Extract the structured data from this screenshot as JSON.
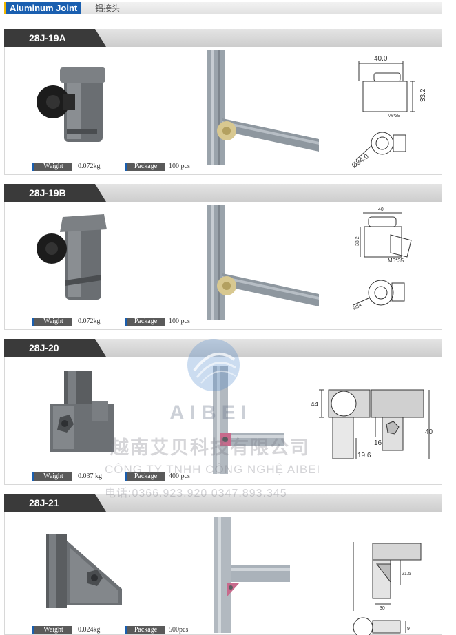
{
  "header": {
    "title": "Aluminum Joint",
    "title_cn": "铝接头"
  },
  "products": [
    {
      "code": "28J-19A",
      "weight_label": "Weight",
      "weight": "0.072kg",
      "package_label": "Package",
      "package": "100 pcs",
      "dims": [
        "40.0",
        "33.2",
        "M6*35",
        "Ø34.0"
      ]
    },
    {
      "code": "28J-19B",
      "weight_label": "Weight",
      "weight": "0.072kg",
      "package_label": "Package",
      "package": "100 pcs",
      "dims": [
        "40",
        "33.2",
        "M6*35",
        "Ø34"
      ]
    },
    {
      "code": "28J-20",
      "weight_label": "Weight",
      "weight": "0.037 kg",
      "package_label": "Package",
      "package": "400 pcs",
      "dims": [
        "44",
        "16",
        "40",
        "19.6"
      ]
    },
    {
      "code": "28J-21",
      "weight_label": "Weight",
      "weight": "0.024kg",
      "package_label": "Package",
      "package": "500pcs",
      "dims": [
        "21.5",
        "30",
        "9"
      ]
    }
  ],
  "watermark": {
    "brand": "AIBEI",
    "company_cn": "越南艾贝科技有限公司",
    "company_vn": "CÔNG TY TNHH CÔNG NGHỆ AIBEI",
    "phone": "电话:0366.923.920    0347.893.345"
  },
  "colors": {
    "accent_blue": "#1a5fb0",
    "accent_yellow": "#f2b800",
    "tab_dark": "#3a3a3a"
  }
}
